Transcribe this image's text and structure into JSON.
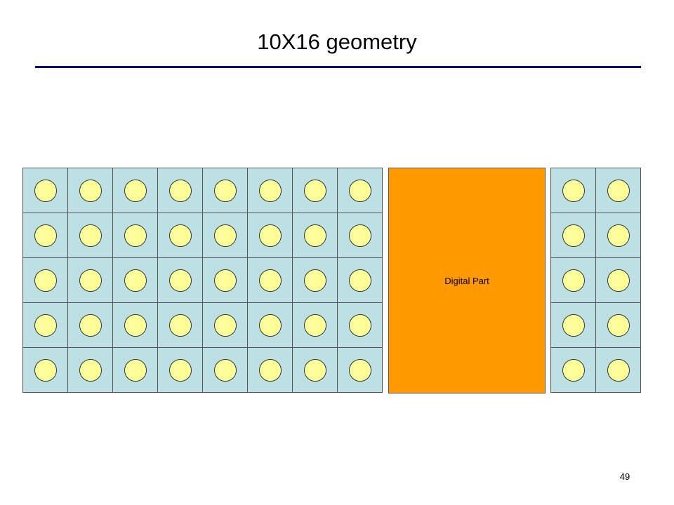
{
  "slide": {
    "title": "10X16 geometry",
    "page_number": "49"
  },
  "digital_part": {
    "label": "Digital Part"
  },
  "colors": {
    "cell": "#bce0e3",
    "pixel": "#ffff99",
    "digital_part": "#ff9900",
    "title_rule": "#000080"
  }
}
